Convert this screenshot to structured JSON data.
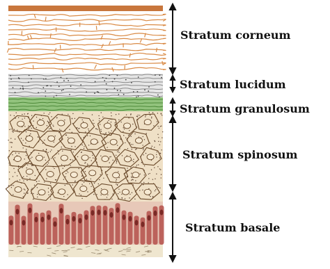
{
  "labels": {
    "corneum": "Stratum corneum",
    "lucidum": "Stratum lucidum",
    "granulosum": "Stratum granulosum",
    "spinosum": "Stratum spinosum",
    "basale": "Stratum basale"
  },
  "colors": {
    "corneum_top": "#c8763c",
    "corneum_lines": "#d98a45",
    "lucidum": "#8a8a8a",
    "granulosum": "#7fb866",
    "spinosum_fill": "#efe0c6",
    "spinosum_lines": "#6b4a2b",
    "basale": "#b4504a",
    "arrow": "#111111"
  }
}
